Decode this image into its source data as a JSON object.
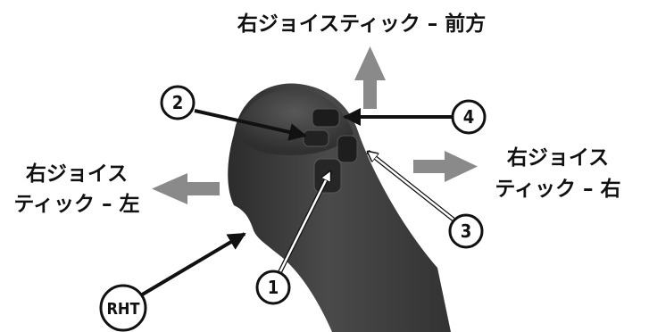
{
  "labels": {
    "forward": "右ジョイスティック – 前方",
    "left_line1": "右ジョイス",
    "left_line2": "ティック – 左",
    "right_line1": "右ジョイス",
    "right_line2": "ティック – 右"
  },
  "callouts": {
    "c1": "1",
    "c2": "2",
    "c3": "3",
    "c4": "4",
    "rht": "RHT"
  },
  "colors": {
    "direction_arrow": "#8a8a8a",
    "joystick_body": "#3b3b3b",
    "outline": "#111111"
  }
}
